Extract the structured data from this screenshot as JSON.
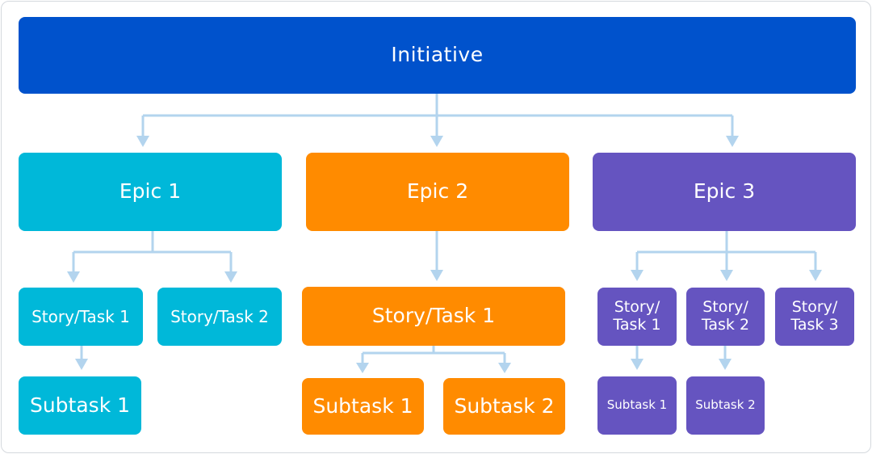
{
  "diagram": {
    "initiative": "Initiative",
    "epics": [
      {
        "label": "Epic 1",
        "color": "#00b8d9",
        "stories": [
          "Story/Task 1",
          "Story/Task 2"
        ],
        "subtasks": [
          "Subtask 1"
        ]
      },
      {
        "label": "Epic 2",
        "color": "#ff8b00",
        "stories": [
          "Story/Task 1"
        ],
        "subtasks": [
          "Subtask 1",
          "Subtask 2"
        ]
      },
      {
        "label": "Epic 3",
        "color": "#6554c0",
        "stories": [
          "Story/ Task 1",
          "Story/ Task 2",
          "Story/ Task 3"
        ],
        "subtasks": [
          "Subtask 1",
          "Subtask 2"
        ]
      }
    ],
    "colors": {
      "initiative": "#0052cc",
      "connector": "#b3d4ee"
    }
  }
}
